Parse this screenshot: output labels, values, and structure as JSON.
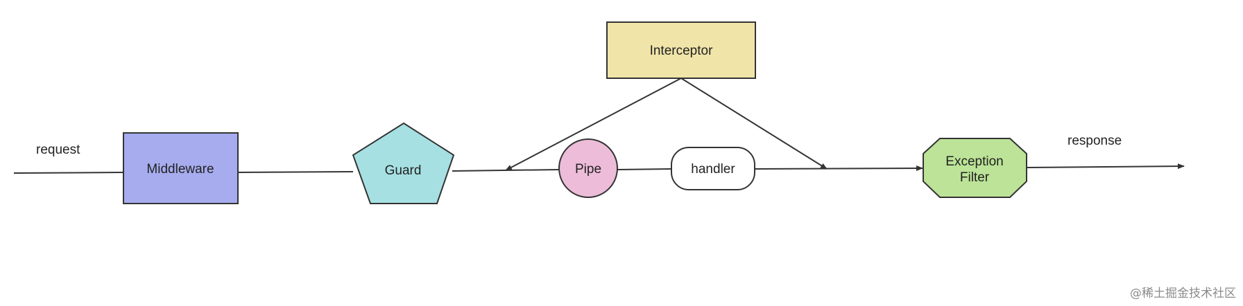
{
  "diagram": {
    "nodes": {
      "middleware": {
        "label": "Middleware",
        "fill": "#a6acee"
      },
      "guard": {
        "label": "Guard",
        "fill": "#a6e0e2"
      },
      "pipe": {
        "label": "Pipe",
        "fill": "#ecbcd9"
      },
      "handler": {
        "label": "handler",
        "fill": "#ffffff"
      },
      "interceptor": {
        "label": "Interceptor",
        "fill": "#f0e4a8"
      },
      "exception_filter": {
        "label_line1": "Exception",
        "label_line2": "Filter",
        "fill": "#bce397"
      }
    },
    "edge_labels": {
      "request": "request",
      "response": "response"
    },
    "stroke_color": "#333333"
  },
  "watermark": "@稀土掘金技术社区"
}
